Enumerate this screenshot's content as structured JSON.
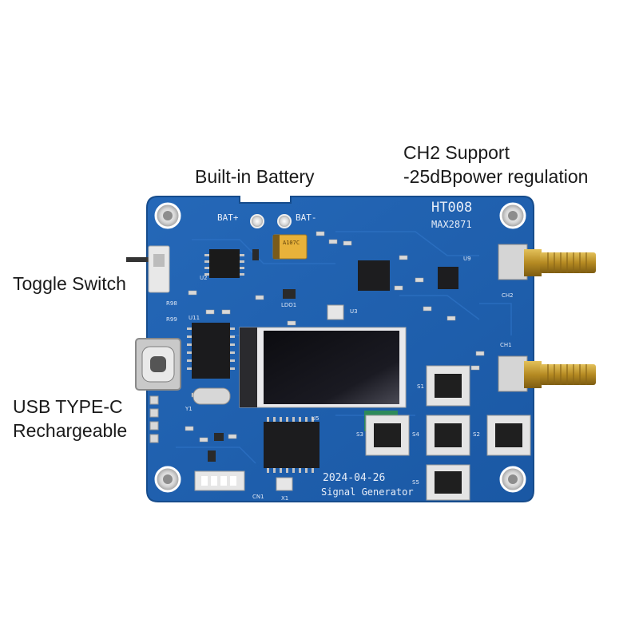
{
  "callouts": {
    "battery": "Built-in Battery",
    "ch2_line1": "CH2 Support",
    "ch2_line2": "-25dBpower regulation",
    "toggle": "Toggle Switch",
    "usb_line1": "USB TYPE-C",
    "usb_line2": "Rechargeable"
  },
  "board": {
    "model": "HT008",
    "chip": "MAX2871",
    "date": "2024-04-26",
    "product": "Signal Generator",
    "bat_plus": "BAT+",
    "bat_minus": "BAT-",
    "ch1": "CH1",
    "ch2": "CH2",
    "colors": {
      "pcb": "#1f5fae",
      "pcb_dark": "#184f94",
      "gold": "#c9a23a"
    }
  }
}
